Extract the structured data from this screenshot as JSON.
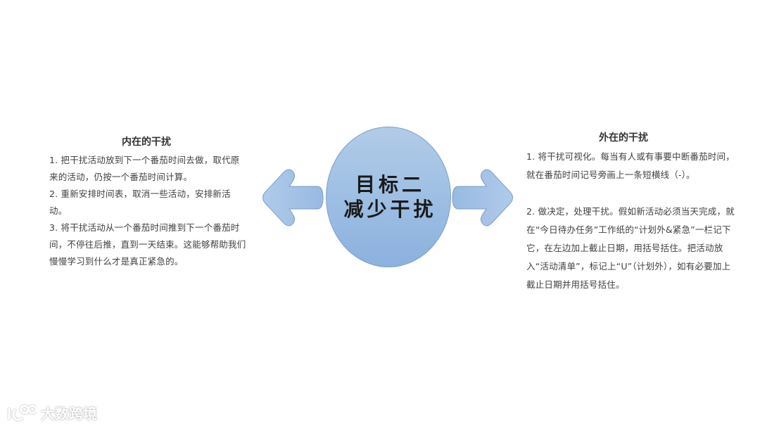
{
  "slide": {
    "center": {
      "line1": "目标二",
      "line2": "减少干扰"
    },
    "left_panel": {
      "title": "内在的干扰",
      "items": [
        "1. 把干扰活动放到下一个番茄时间去做，取代原来的活动，仍按一个番茄时间计算。",
        "2. 重新安排时间表，取消一些活动，安排新活动。",
        "3. 将干扰活动从一个番茄时间推到下一个番茄时间，不停往后推，直到一天结束。这能够帮助我们慢慢学习到什么才是真正紧急的。"
      ]
    },
    "right_panel": {
      "title": "外在的干扰",
      "items": [
        "1. 将干扰可视化。每当有人或有事要中断番茄时间，就在番茄时间记号旁画上一条短横线（-）。",
        "2. 做决定，处理干扰。假如新活动必须当天完成，就在“今日待办任务”工作纸的“计划外&紧急”一栏记下它，在左边加上截止日期，用括号括住。把活动放入“活动清单”，标记上“U”（计划外），如有必要加上截止日期并用括号括住。"
      ]
    },
    "arrows": {
      "left": "arrow-left-icon",
      "right": "arrow-right-icon",
      "fill": "#a3c1e6",
      "stroke": "#7f9dc4"
    },
    "colors": {
      "ellipse_top": "#b2cbe8",
      "ellipse_bottom": "#8cb1df",
      "text": "#404040",
      "title": "#333333"
    }
  },
  "watermark": {
    "logo": "100-logo",
    "text": "大数跨境"
  }
}
